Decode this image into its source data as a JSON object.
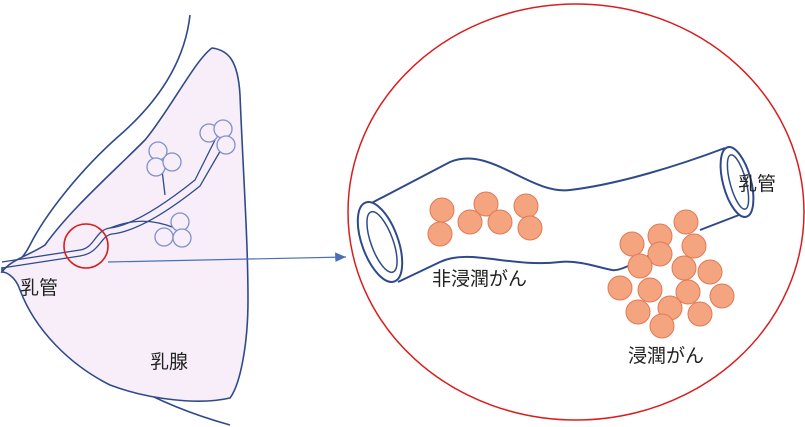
{
  "labels": {
    "duct_left": "乳管",
    "gland": "乳腺",
    "duct_right": "乳管",
    "non_invasive": "非浸潤がん",
    "invasive": "浸潤がん"
  },
  "colors": {
    "outline": "#2f4a8a",
    "gland_fill": "#f7eefa",
    "cell_fill": "#f4a47f",
    "cell_stroke": "#e07a55",
    "magnifier": "#d81e1e",
    "pointer": "#4a6fb8"
  }
}
